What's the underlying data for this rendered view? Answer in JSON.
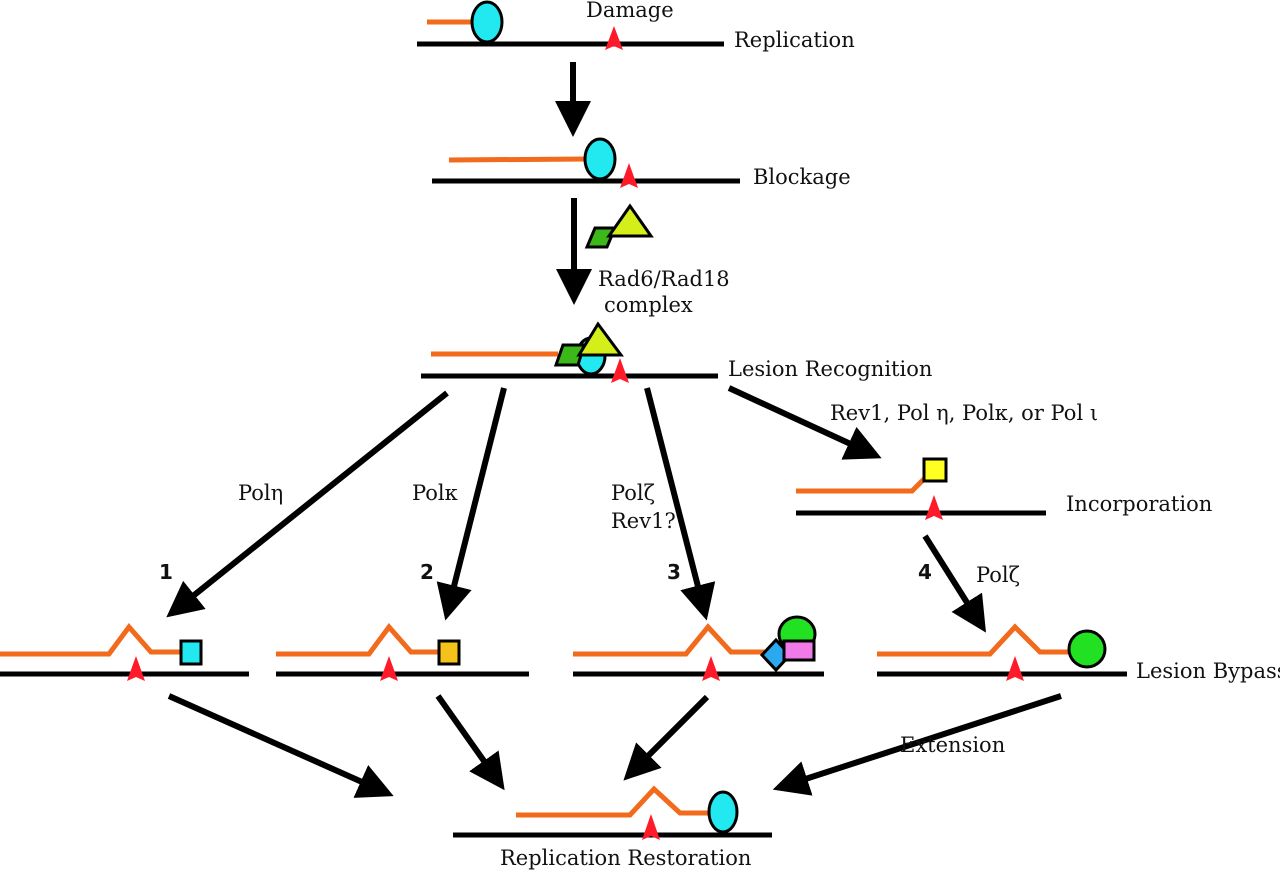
{
  "colors": {
    "template_strand": "#000000",
    "nascent_strand": "#f26a1b",
    "lesion": "#ff1a2a",
    "replicative_polymerase": "#22e8f0",
    "rad6": "#3cb81a",
    "rad18": "#d4ee1a",
    "pol_eta": "#22e8f0",
    "pol_kappa": "#f5c21a",
    "incorporation_pol": "#ffff22",
    "pol_zeta": "#22e022",
    "rev1_diamond": "#2aa8f0",
    "pink_subunit": "#f07ae8"
  },
  "stages": {
    "replication": "Replication",
    "damage": "Damage",
    "blockage": "Blockage",
    "rad_complex_line1": "Rad6/Rad18",
    "rad_complex_line2": "complex",
    "lesion_recognition": "Lesion Recognition",
    "incorporation_polymerases": "Rev1, Pol  η, Polκ, or Pol ι",
    "incorporation": "Incorporation",
    "lesion_bypass": "Lesion Bypass",
    "extension": "Extension",
    "replication_restoration": "Replication Restoration"
  },
  "pathways": [
    {
      "number": "1",
      "label": "Polη"
    },
    {
      "number": "2",
      "label": "Polκ"
    },
    {
      "number": "3",
      "label_line1": "Polζ",
      "label_line2": "Rev1?"
    },
    {
      "number": "4",
      "label": "Polζ"
    }
  ]
}
